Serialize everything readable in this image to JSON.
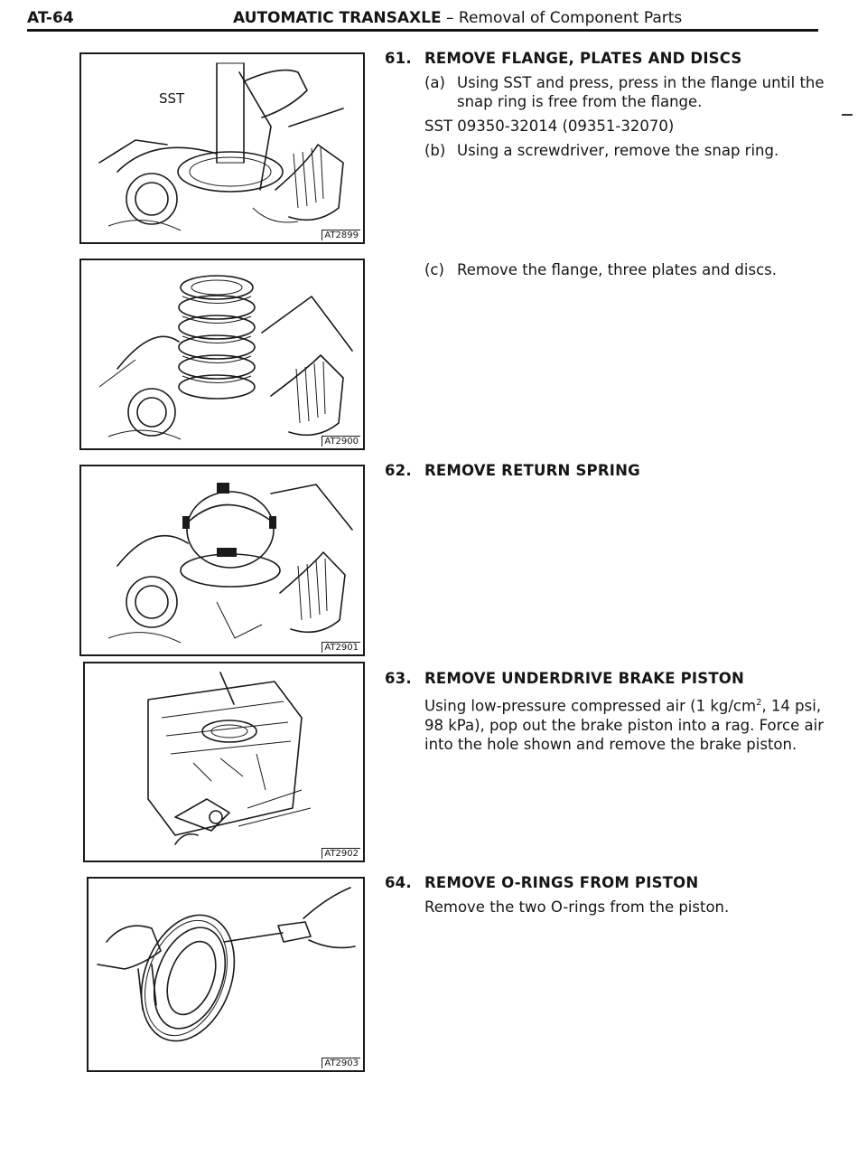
{
  "header": {
    "page_id": "AT-64",
    "section_bold": "AUTOMATIC TRANSAXLE",
    "section_rest": " – Removal of Component Parts"
  },
  "figures": [
    {
      "code": "AT2899",
      "label": "SST",
      "icon": "sst-press-flange-illustration"
    },
    {
      "code": "AT2900",
      "icon": "plates-and-discs-illustration"
    },
    {
      "code": "AT2901",
      "icon": "return-spring-illustration"
    },
    {
      "code": "AT2902",
      "icon": "compressed-air-piston-illustration"
    },
    {
      "code": "AT2903",
      "icon": "piston-o-ring-removal-illustration"
    }
  ],
  "steps": {
    "s61": {
      "num": "61.",
      "title": "REMOVE FLANGE, PLATES AND DISCS",
      "a_label": "(a)",
      "a_text": "Using SST and press, press in the flange until the snap ring is free from the flange.",
      "sst": "SST 09350-32014 (09351-32070)",
      "b_label": "(b)",
      "b_text": "Using a screwdriver, remove the snap ring.",
      "c_label": "(c)",
      "c_text": "Remove the flange, three plates and discs."
    },
    "s62": {
      "num": "62.",
      "title": "REMOVE RETURN SPRING"
    },
    "s63": {
      "num": "63.",
      "title": "REMOVE UNDERDRIVE BRAKE PISTON",
      "text_a": "Using low-pressure compressed air (1 kg/cm",
      "sup": "2",
      "text_b": ", 14 psi, 98 kPa), pop out the brake piston into a rag. Force air into the hole shown and remove the brake piston."
    },
    "s64": {
      "num": "64.",
      "title": "REMOVE O-RINGS FROM PISTON",
      "text": "Remove the two O-rings from the piston."
    }
  }
}
